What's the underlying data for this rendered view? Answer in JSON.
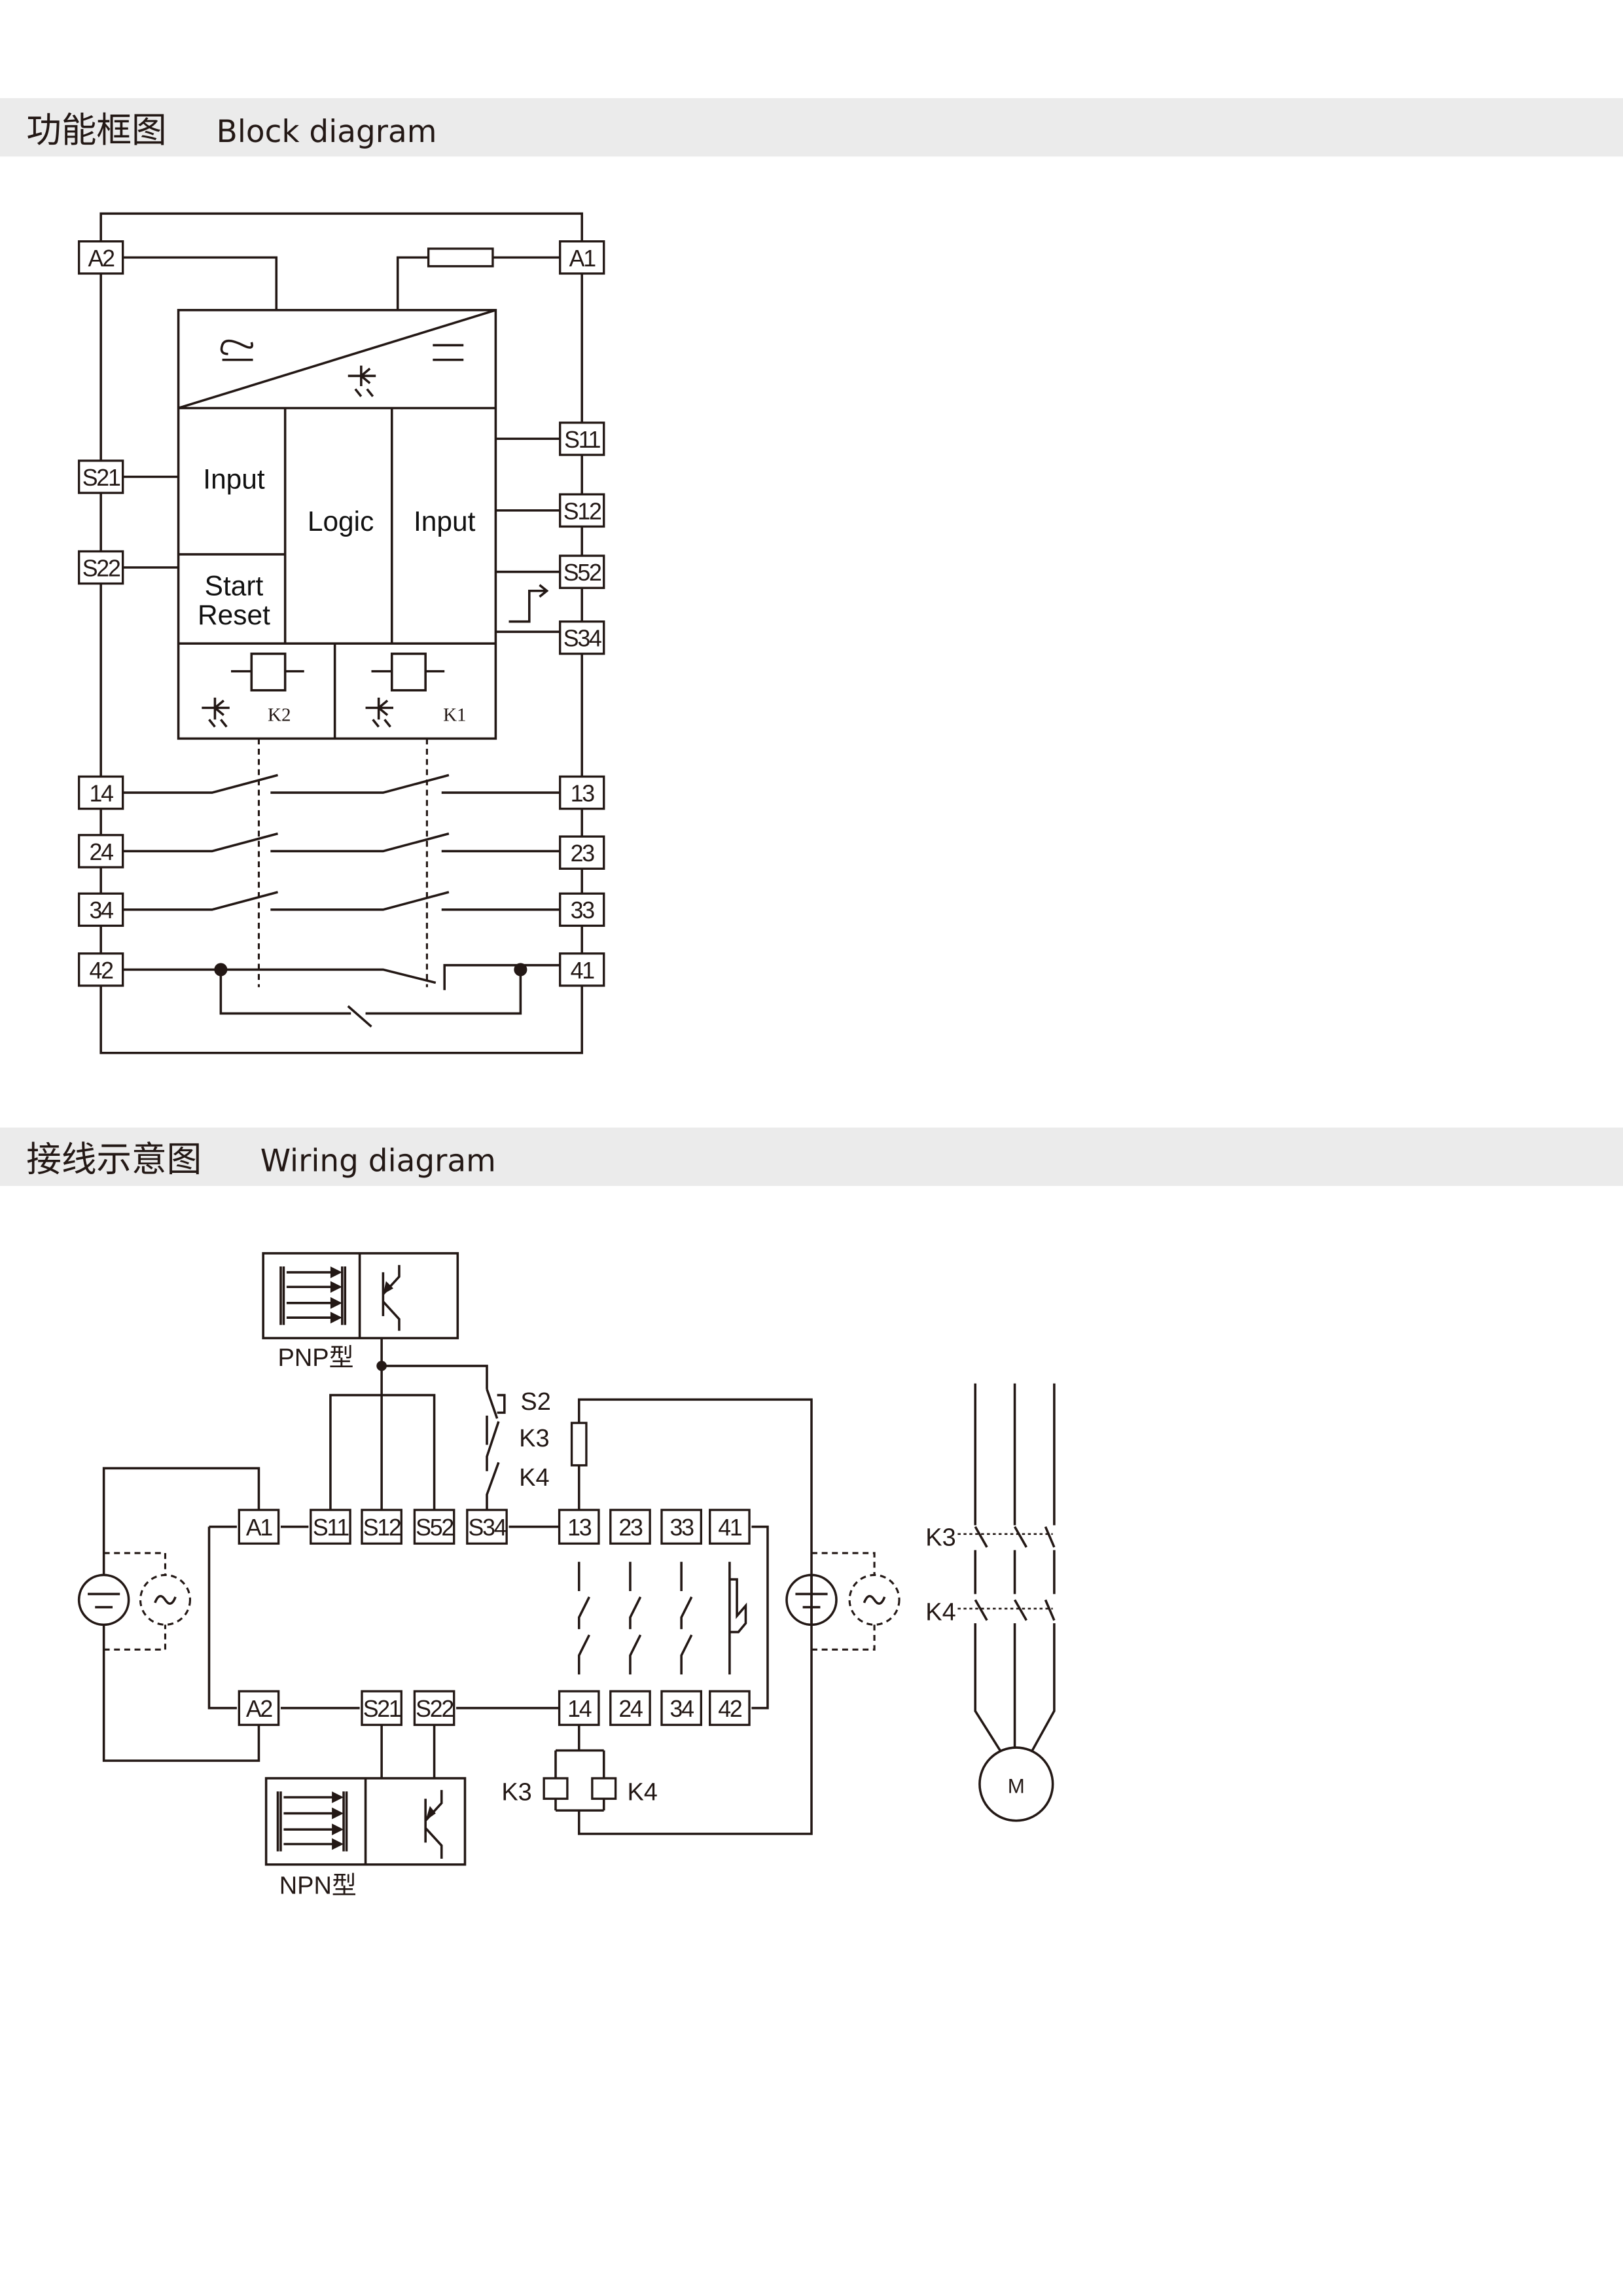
{
  "sections": {
    "block": {
      "title_cn": "功能框图",
      "title_en": "Block diagram"
    },
    "wiring": {
      "title_cn": "接线示意图",
      "title_en": "Wiring diagram"
    }
  },
  "block": {
    "terminals": [
      "A2",
      "A1",
      "S21",
      "S22",
      "S11",
      "S12",
      "S52",
      "S34",
      "14",
      "13",
      "24",
      "23",
      "34",
      "33",
      "42",
      "41"
    ],
    "labels": {
      "input_left": "Input",
      "logic": "Logic",
      "input_right": "Input",
      "start": "Start",
      "reset": "Reset",
      "k2": "K2",
      "k1": "K1"
    }
  },
  "wiring": {
    "top_terminals": [
      "A1",
      "S11",
      "S12",
      "S52",
      "S34",
      "13",
      "23",
      "33",
      "41"
    ],
    "bottom_terminals": [
      "A2",
      "S21",
      "S22",
      "14",
      "24",
      "34",
      "42"
    ],
    "labels": {
      "pnp": "PNP型",
      "npn": "NPN型",
      "s2": "S2",
      "k3": "K3",
      "k4": "K4",
      "coil_k3": "K3",
      "coil_k4": "K4",
      "motor_k3": "K3",
      "motor_k4": "K4",
      "motor": "M"
    }
  }
}
